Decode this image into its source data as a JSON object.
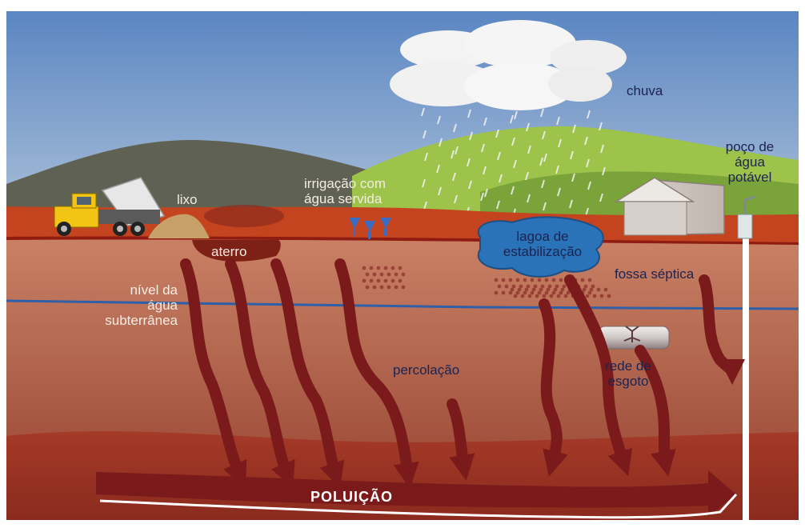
{
  "labels": {
    "chuva": "chuva",
    "poco_line1": "poço de",
    "poco_line2": "água",
    "poco_line3": "potável",
    "lixo": "lixo",
    "irrigacao_line1": "irrigação com",
    "irrigacao_line2": "água servida",
    "aterro": "aterro",
    "lagoa_line1": "lagoa de",
    "lagoa_line2": "estabilização",
    "fossa": "fossa séptica",
    "nivel_line1": "nível da",
    "nivel_line2": "água",
    "nivel_line3": "subterrânea",
    "percolacao": "percolação",
    "rede_line1": "rede de",
    "rede_line2": "esgoto",
    "poluicao": "POLUIÇÃO"
  },
  "colors": {
    "sky": "#6b92c6",
    "cloud": "#f4f4f4",
    "hill_dark": "#6b6a5c",
    "hill_green": "#9cc24a",
    "topsoil": "#c3441f",
    "soil_mid": "#b4624c",
    "soil_deep": "#9a3326",
    "water_table": "#2e5fa8",
    "pond": "#2a73b8",
    "arrow": "#7a1a1a",
    "well_pipe": "#ffffff"
  }
}
